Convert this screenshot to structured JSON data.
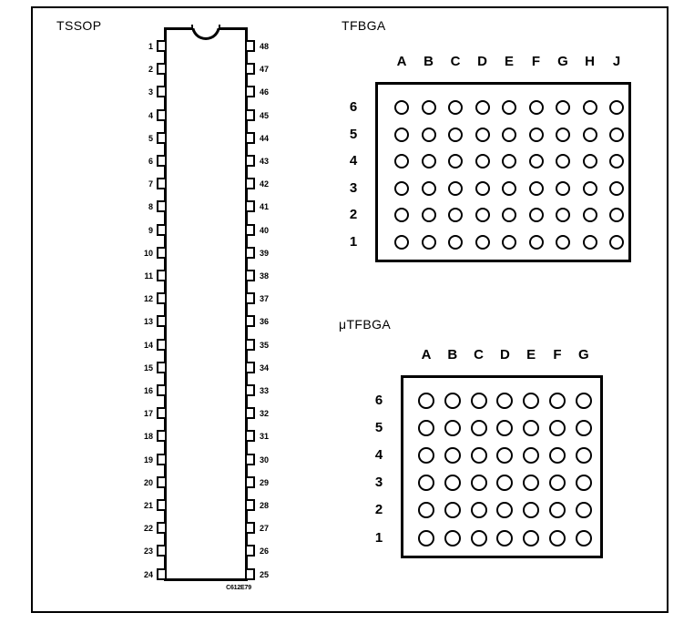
{
  "figure": {
    "packages": [
      {
        "id": "tssop",
        "label": "TSSOP",
        "type": "dual-inline",
        "total_pins": 48,
        "pins_per_side": 24,
        "part_code": "C612E79",
        "left_pin_numbers": [
          1,
          2,
          3,
          4,
          5,
          6,
          7,
          8,
          9,
          10,
          11,
          12,
          13,
          14,
          15,
          16,
          17,
          18,
          19,
          20,
          21,
          22,
          23,
          24
        ],
        "right_pin_numbers": [
          48,
          47,
          46,
          45,
          44,
          43,
          42,
          41,
          40,
          39,
          38,
          37,
          36,
          35,
          34,
          33,
          32,
          31,
          30,
          29,
          28,
          27,
          26,
          25
        ],
        "has_top_notch": true
      },
      {
        "id": "tfbga",
        "label": "TFBGA",
        "type": "ball-grid-array",
        "columns": [
          "A",
          "B",
          "C",
          "D",
          "E",
          "F",
          "G",
          "H",
          "J"
        ],
        "rows": [
          "6",
          "5",
          "4",
          "3",
          "2",
          "1"
        ],
        "ball_count": 54
      },
      {
        "id": "utfbga",
        "label": "μTFBGA",
        "type": "ball-grid-array",
        "columns": [
          "A",
          "B",
          "C",
          "D",
          "E",
          "F",
          "G"
        ],
        "rows": [
          "6",
          "5",
          "4",
          "3",
          "2",
          "1"
        ],
        "ball_count": 42
      }
    ],
    "colors": {
      "line": "#000000",
      "background": "#ffffff"
    }
  }
}
